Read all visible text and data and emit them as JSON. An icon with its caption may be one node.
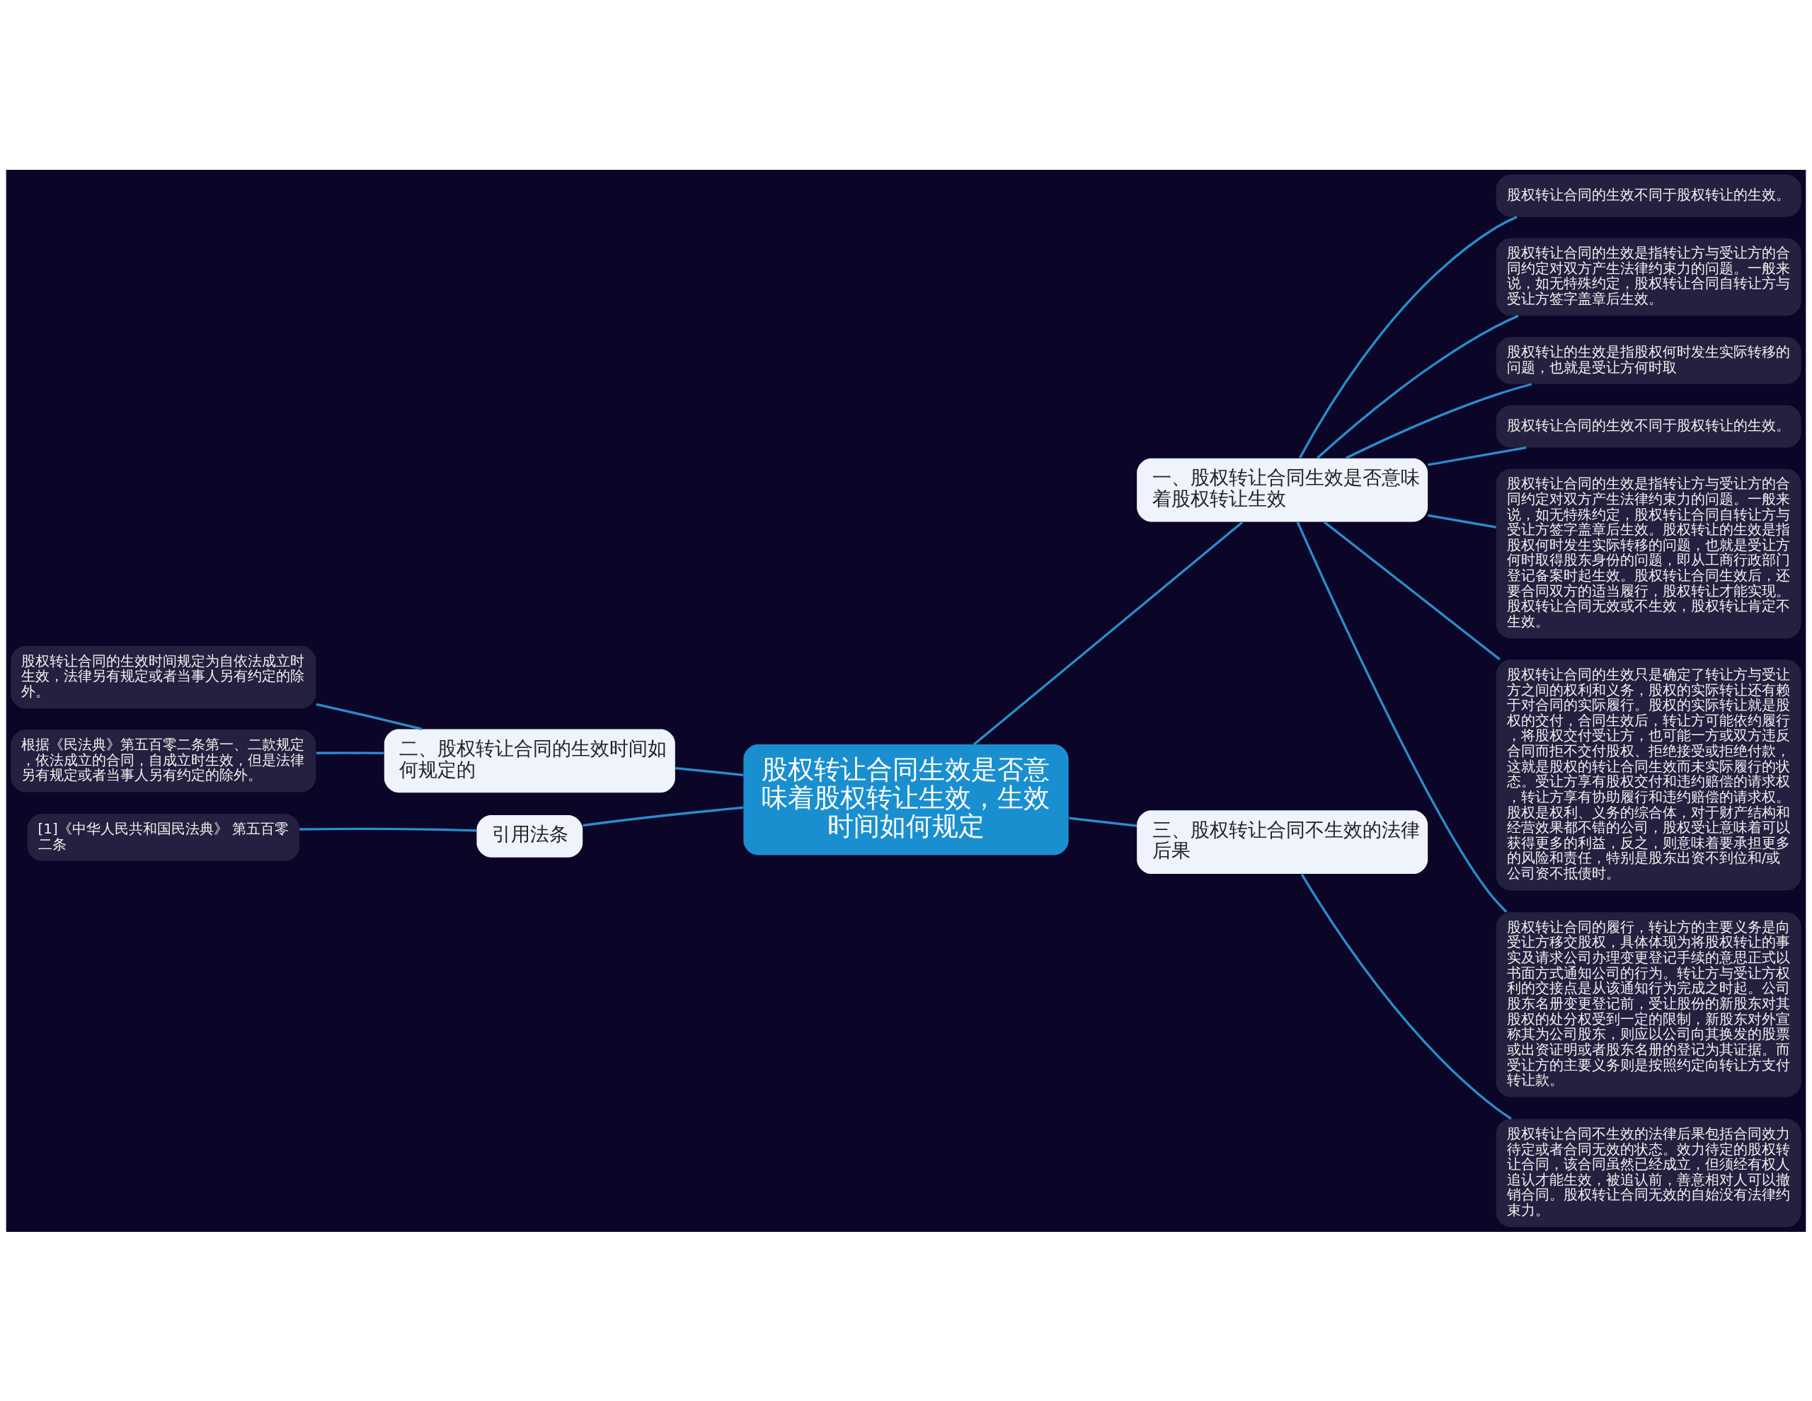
{
  "diagram": {
    "nodes": [
      {
        "text": [
          "股权转让合同生效是否意味着股权转让生效，生效时间如何规定"
        ]
      },
      {
        "text": [
          "一、股权转让合同生效是否意味着股权转让生效"
        ]
      },
      {
        "text": [
          "股权转让合同的生效不同于股权转让的生效。"
        ]
      },
      {
        "text": [
          "股权转让合同的生效是指转让方与受让方的合同约定对双方产生法律约束力的问题。一般来说，如无特殊约定，股权转让合同自转让方与受让方签字盖章后生效。"
        ]
      },
      {
        "text": [
          "股权转让的生效是指股权何时发生实际转移的问题，也就是受让方何时取"
        ]
      },
      {
        "text": [
          "股权转让合同的生效不同于股权转让的生效。"
        ]
      },
      {
        "text": [
          "股权转让合同的生效是指转让方与受让方的合同约定对双方产生法律约束力的问题。一般来说，如无特殊约定，股权转让合同自转让方与受让方签字盖章后生效。股权转让的生效是指股权何时发生实际转移的问题，也就是受让方何时取得股东身份的问题，即从工商行政部门登记备案时起生效。股权转让合同生效后，还要合同双方的适当履行，股权转让才能实现。股权转让合同无效或不生效，股权转让肯定不生效。"
        ]
      },
      {
        "text": [
          "股权转让合同的生效只是确定了转让方与受让方之间的权利和义务，股权的实际转让还有赖于对合同的实际履行。股权的实际转让就是股权的交付，合同生效后，转让方可能依约履行，将股权交付受让方，也可能一方或双方违反合同而拒不交付股权、拒绝接受或拒绝付款，这就是股权的转让合同生效而未实际履行的状态。受让方享有股权交付和违约赔偿的请求权，转让方享有协助履行和违约赔偿的请求权。股权是权利、义务的综合体，对于财产结构和经营效果都不错的公司，股权受让意味着可以获得更多的利益，反之，则意味着要承担更多的风险和责任，特别是股东出资不到位和/或公司资不抵债时。"
        ]
      },
      {
        "text": [
          "股权转让合同的履行，转让方的主要义务是向受让方移交股权，具体体现为将股权转让的事实及请求公司办理变更登记手续的意思正式以书面方式通知公司的行为。转让方与受让方权利的交接点是从该通知行为完成之时起。公司股东名册变更登记前，受让股份的新股东对其股权的处分权受到一定的限制，新股东对外宣称其为公司股东，则应以公司向其换发的股票或出资证明或者股东名册的登记为其证据。而受让方的主要义务则是按照约定向转让方支付转让款。"
        ]
      },
      {
        "text": [
          "三、股权转让合同不生效的法律后果"
        ]
      },
      {
        "text": [
          "股权转让合同不生效的法律后果包括合同效力待定或者合同无效的状态。效力待定的股权转让合同，该合同虽然已经成立，但须经有权人追认才能生效，被追认前，善意相对人可以撤销合同。股权转让合同无效的自始没有法律约束力。"
        ]
      },
      {
        "text": [
          "二、股权转让合同的生效时间如何规定的"
        ]
      },
      {
        "text": [
          "股权转让合同的生效时间规定为自依法成立时生效，法律另有规定或者当事人另有约定的除外。"
        ]
      },
      {
        "text": [
          "根据《民法典》第五百零二条第一、二款规定，依法成立的合同，自成立时生效，但是法律另有规定或者当事人另有约定的除外。"
        ]
      },
      {
        "text": [
          "引用法条"
        ]
      },
      {
        "text": [
          "[1]《中华人民共和国民法典》 第五百零二条"
        ]
      }
    ],
    "edges": [
      {
        "from": 0,
        "to": 1,
        "arrow": "none"
      },
      {
        "from": 1,
        "to": 2,
        "arrow": "none"
      },
      {
        "from": 1,
        "to": 3,
        "arrow": "none"
      },
      {
        "from": 1,
        "to": 4,
        "arrow": "none"
      },
      {
        "from": 1,
        "to": 5,
        "arrow": "none"
      },
      {
        "from": 1,
        "to": 6,
        "arrow": "none"
      },
      {
        "from": 1,
        "to": 7,
        "arrow": "none"
      },
      {
        "from": 1,
        "to": 8,
        "arrow": "none"
      },
      {
        "from": 0,
        "to": 9,
        "arrow": "none"
      },
      {
        "from": 9,
        "to": 10,
        "arrow": "none"
      },
      {
        "from": 0,
        "to": 11,
        "arrow": "none"
      },
      {
        "from": 11,
        "to": 12,
        "arrow": "none"
      },
      {
        "from": 11,
        "to": 13,
        "arrow": "none"
      },
      {
        "from": 0,
        "to": 14,
        "arrow": "none"
      },
      {
        "from": 14,
        "to": 15,
        "arrow": "none"
      }
    ]
  }
}
